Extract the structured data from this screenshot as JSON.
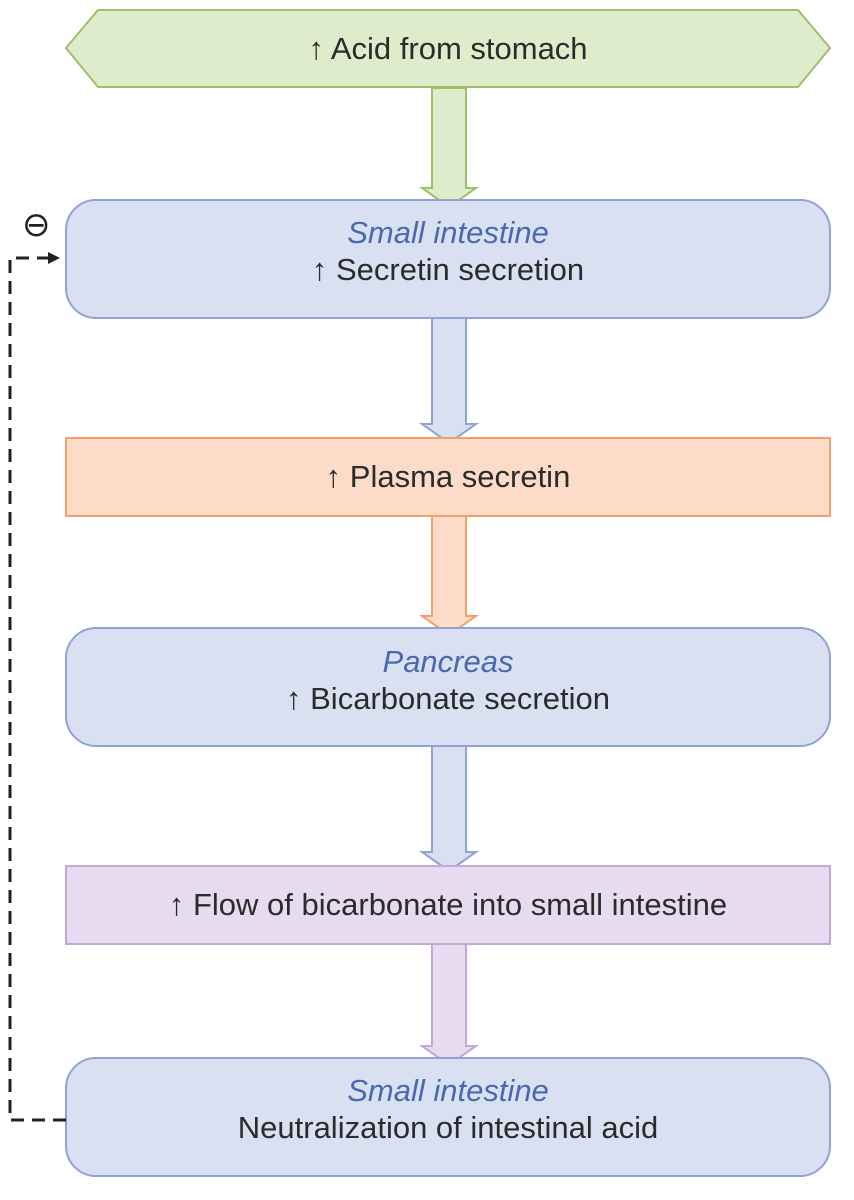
{
  "diagram": {
    "colors": {
      "green_fill": "#dfeccb",
      "green_stroke": "#9cc06a",
      "blue_fill": "#d9e0f2",
      "blue_stroke": "#8fa3d4",
      "orange_fill": "#fcdcc8",
      "orange_stroke": "#f29f6c",
      "purple_fill": "#e7dbef",
      "purple_stroke": "#c4a6d8",
      "organ_text": "#4a68b0",
      "text": "#2b2b2b",
      "feedback_line": "#222222"
    },
    "nodes": {
      "acid": {
        "text": "↑ Acid from stomach"
      },
      "small_intestine_1": {
        "organ": "Small intestine",
        "text": "↑ Secretin secretion"
      },
      "plasma": {
        "text": "↑ Plasma secretin"
      },
      "pancreas": {
        "organ": "Pancreas",
        "text": "↑ Bicarbonate secretion"
      },
      "flow": {
        "text": "↑ Flow of bicarbonate into small intestine"
      },
      "small_intestine_2": {
        "organ": "Small intestine",
        "text": "Neutralization of intestinal acid"
      }
    },
    "feedback": {
      "symbol": "⊖"
    }
  }
}
